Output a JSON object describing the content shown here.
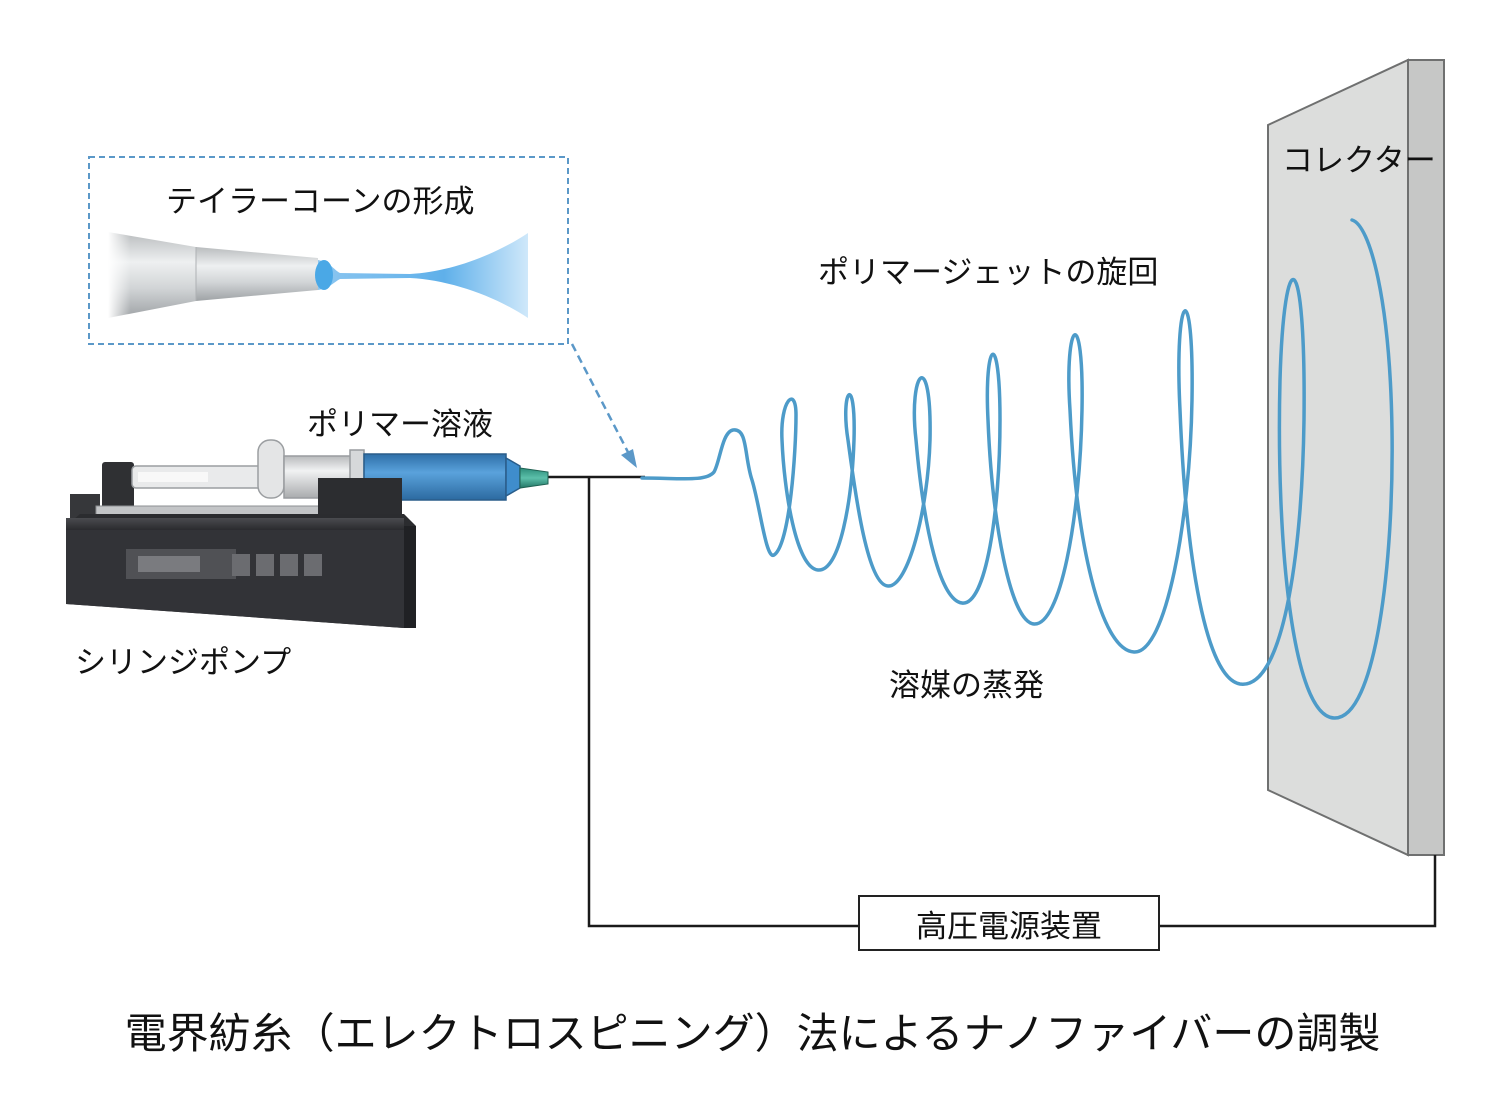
{
  "labels": {
    "taylor_cone": "テイラーコーンの形成",
    "polymer_solution": "ポリマー溶液",
    "syringe_pump": "シリンジポンプ",
    "jet_whipping": "ポリマージェットの旋回",
    "solvent_evaporation": "溶媒の蒸発",
    "collector": "コレクター",
    "power_supply": "高圧電源装置"
  },
  "title": "電界紡糸（エレクトロスピニング）法によるナノファイバーの調製",
  "colors": {
    "jet": "#4d9bc9",
    "inset_border": "#5b98c8",
    "wire": "#1a1a1a",
    "collector_face": "#dfe0df",
    "collector_edge": "#c8c9c8",
    "pump_body": "#2f3033",
    "syringe_liquid": "#3c86c4"
  }
}
